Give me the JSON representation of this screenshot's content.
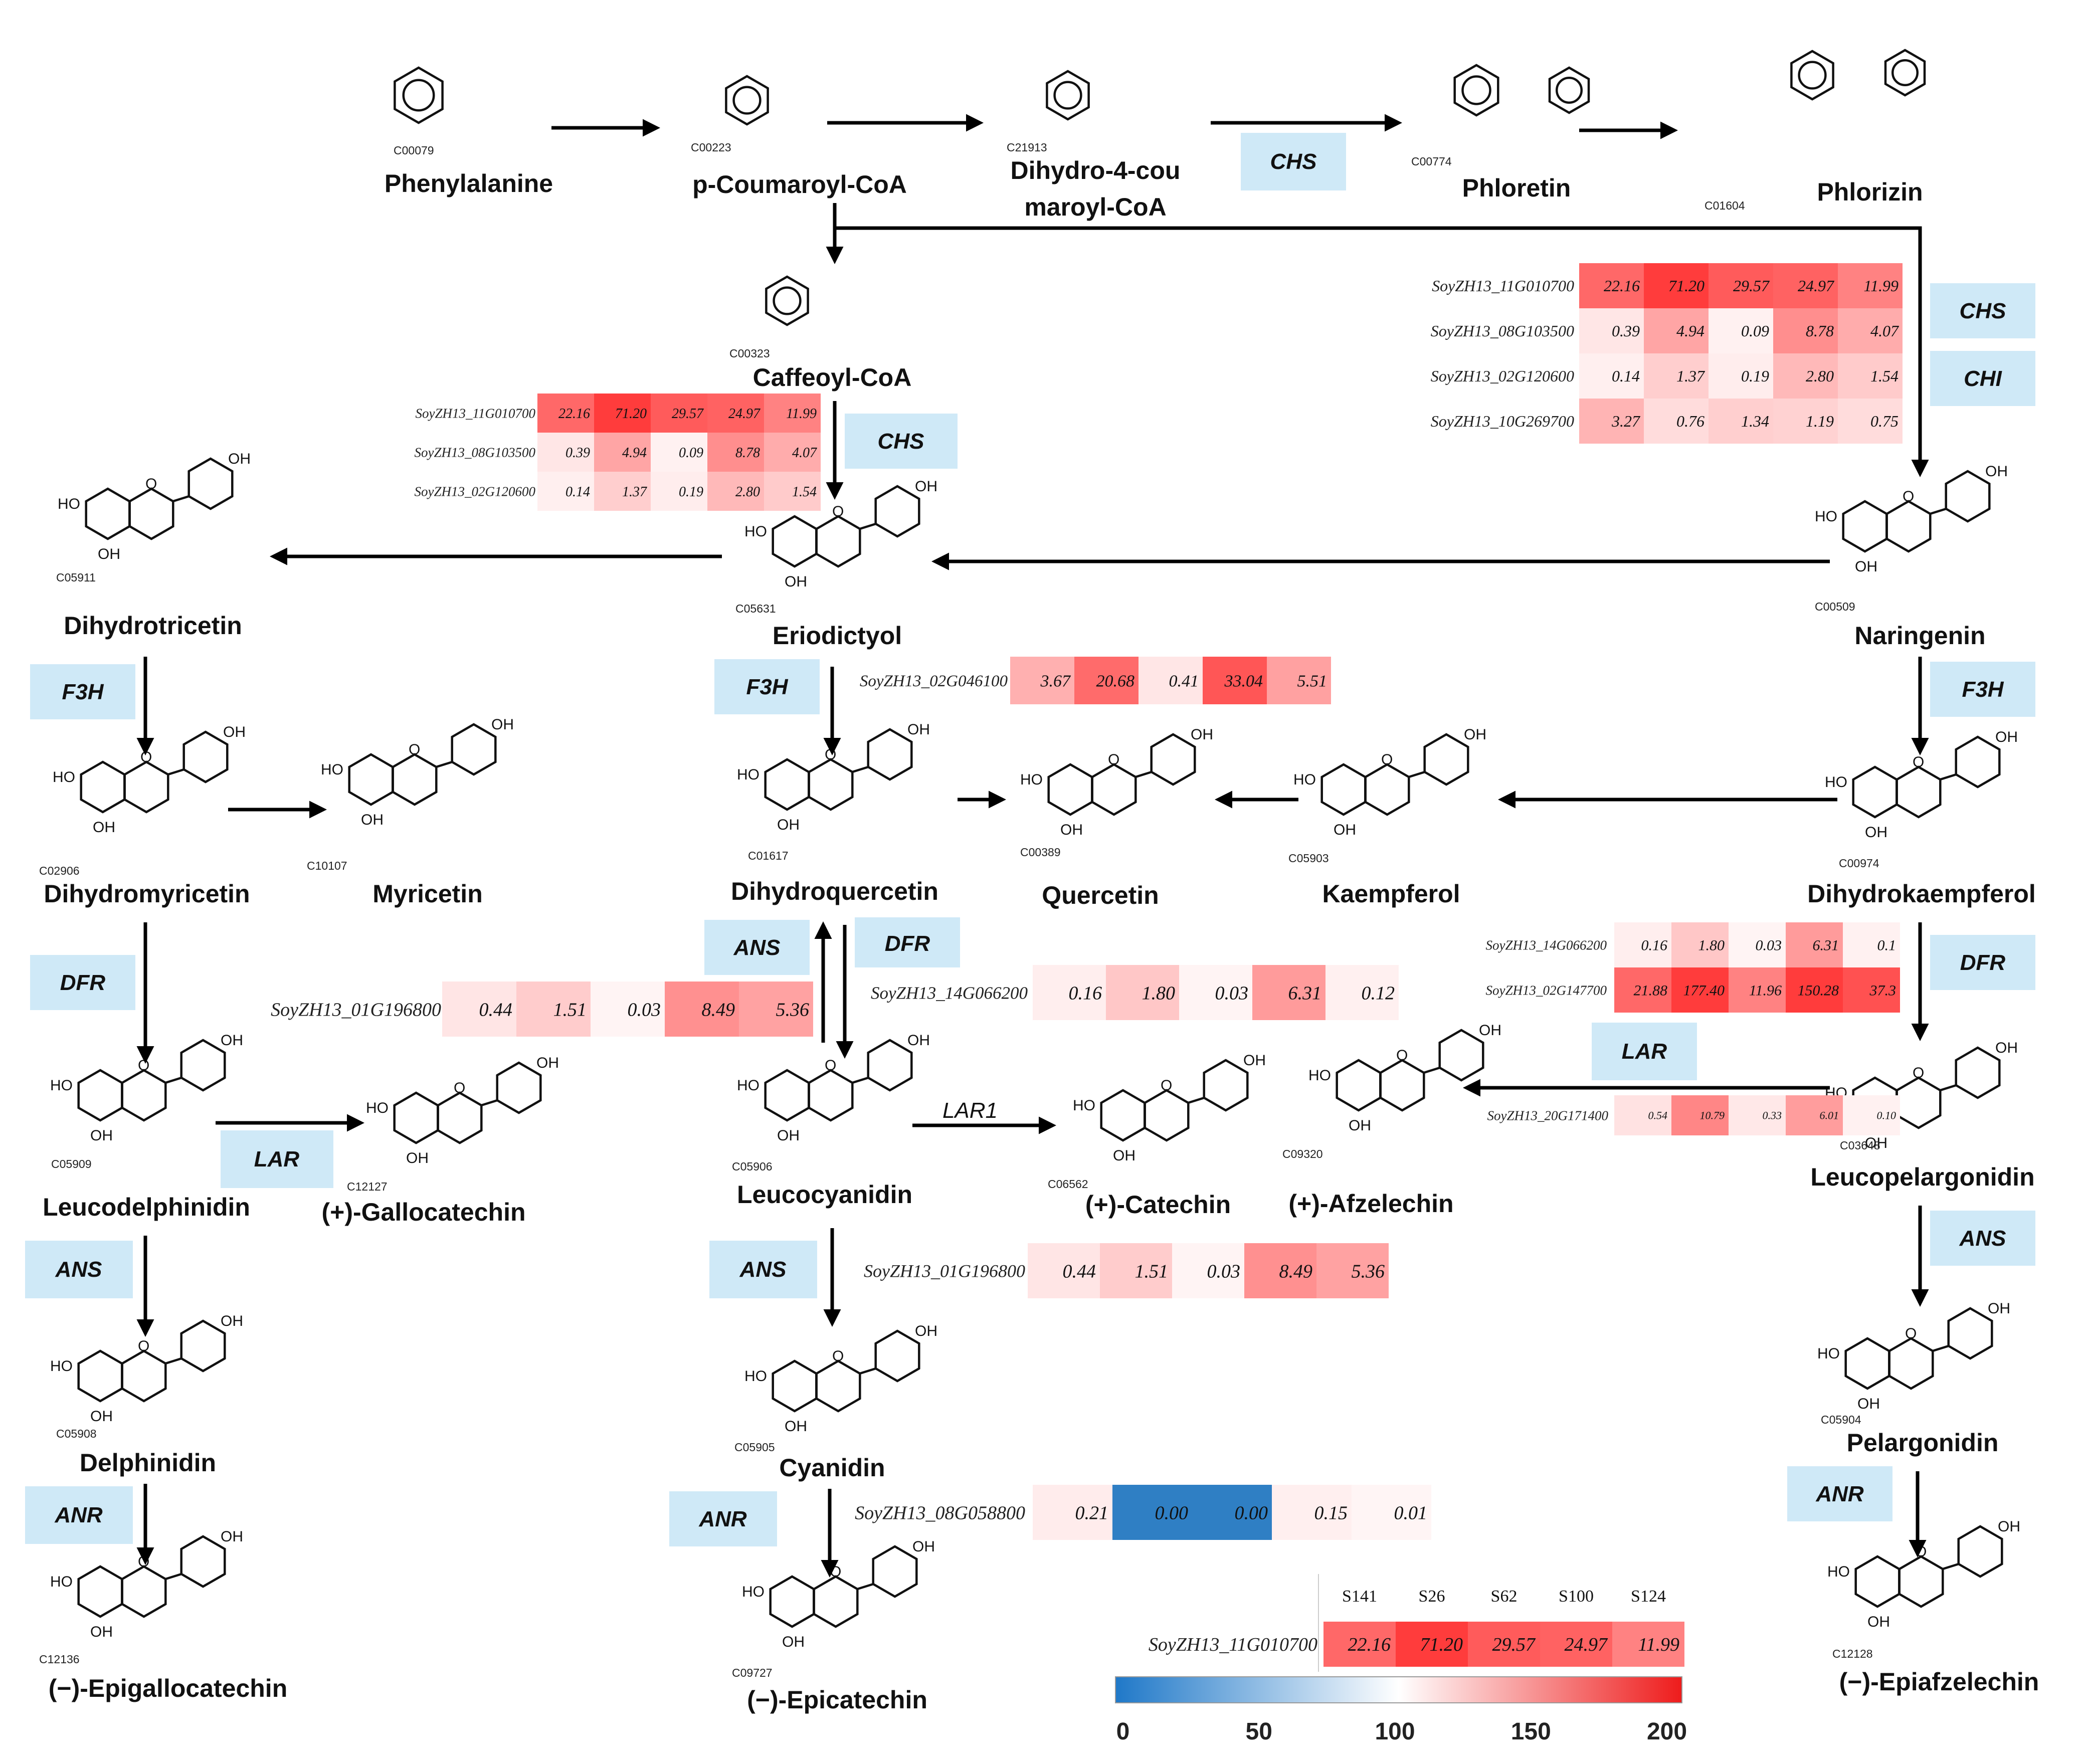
{
  "compounds": {
    "phenylalanine": {
      "name": "Phenylalanine",
      "kegg": "C00079"
    },
    "p_coumaroyl": {
      "name": "p-Coumaroyl-CoA",
      "kegg": "C00223"
    },
    "dihydro_coumaroyl": {
      "name_line1": "Dihydro-4-cou",
      "name_line2": "maroyl-CoA",
      "kegg": "C21913"
    },
    "phloretin": {
      "name": "Phloretin",
      "kegg": "C00774"
    },
    "phlorizin": {
      "name": "Phlorizin",
      "kegg": "C01604"
    },
    "caffeoyl": {
      "name": "Caffeoyl-CoA",
      "kegg": "C00323"
    },
    "dihydrotricetin": {
      "name": "Dihydrotricetin",
      "kegg": "C05911"
    },
    "eriodictyol": {
      "name": "Eriodictyol",
      "kegg": "C05631"
    },
    "naringenin": {
      "name": "Naringenin",
      "kegg": "C00509"
    },
    "dihydromyricetin": {
      "name": "Dihydromyricetin",
      "kegg": "C02906"
    },
    "myricetin": {
      "name": "Myricetin",
      "kegg": "C10107"
    },
    "dihydroquercetin": {
      "name": "Dihydroquercetin",
      "kegg": "C01617"
    },
    "quercetin": {
      "name": "Quercetin",
      "kegg": "C00389"
    },
    "kaempferol": {
      "name": "Kaempferol",
      "kegg": "C05903"
    },
    "dihydrokaempferol": {
      "name": "Dihydrokaempferol",
      "kegg": "C00974"
    },
    "leucodelphinidin": {
      "name": "Leucodelphinidin",
      "kegg": "C05909"
    },
    "gallocatechin": {
      "name": "(+)-Gallocatechin",
      "kegg": "C12127"
    },
    "leucocyanidin": {
      "name": "Leucocyanidin",
      "kegg": "C05906"
    },
    "catechin": {
      "name": "(+)-Catechin",
      "kegg": "C06562"
    },
    "afzelechin": {
      "name": "(+)-Afzelechin",
      "kegg": "C09320"
    },
    "leucopelargonidin": {
      "name": "Leucopelargonidin",
      "kegg": "C03648"
    },
    "delphinidin": {
      "name": "Delphinidin",
      "kegg": "C05908"
    },
    "cyanidin": {
      "name": "Cyanidin",
      "kegg": "C05905"
    },
    "pelargonidin": {
      "name": "Pelargonidin",
      "kegg": "C05904"
    },
    "epigallocatechin": {
      "name": "(−)-Epigallocatechin",
      "kegg": "C12136"
    },
    "epicatechin": {
      "name": "(−)-Epicatechin",
      "kegg": "C09727"
    },
    "epiafzelechin": {
      "name": "(−)-Epiafzelechin",
      "kegg": "C12128"
    }
  },
  "enzymes": {
    "chs_top": "CHS",
    "chs_right": "CHS",
    "chi_right": "CHI",
    "chs_mid": "CHS",
    "f3h_left": "F3H",
    "f3h_mid": "F3H",
    "f3h_right": "F3H",
    "dfr_left": "DFR",
    "dfr_right": "DFR",
    "dfr_mid": "DFR",
    "ans_mid_upper": "ANS",
    "ans_left": "ANS",
    "ans_mid": "ANS",
    "ans_right": "ANS",
    "lar_left": "LAR",
    "lar_right": "LAR",
    "lar1": "LAR1",
    "anr_left": "ANR",
    "anr_mid": "ANR",
    "anr_right": "ANR"
  },
  "heatmaps": [
    {
      "id": "hm_chs_chi",
      "rows": [
        {
          "gene": "SoyZH13_11G010700",
          "values": [
            22.16,
            71.2,
            29.57,
            24.97,
            11.99
          ]
        },
        {
          "gene": "SoyZH13_08G103500",
          "values": [
            0.39,
            4.94,
            0.09,
            8.78,
            4.07
          ]
        },
        {
          "gene": "SoyZH13_02G120600",
          "values": [
            0.14,
            1.37,
            0.19,
            2.8,
            1.54
          ]
        },
        {
          "gene": "SoyZH13_10G269700",
          "values": [
            3.27,
            0.76,
            1.34,
            1.19,
            0.75
          ]
        }
      ]
    },
    {
      "id": "hm_chs_mid",
      "rows": [
        {
          "gene": "SoyZH13_11G010700",
          "values": [
            22.16,
            71.2,
            29.57,
            24.97,
            11.99
          ]
        },
        {
          "gene": "SoyZH13_08G103500",
          "values": [
            0.39,
            4.94,
            0.09,
            8.78,
            4.07
          ]
        },
        {
          "gene": "SoyZH13_02G120600",
          "values": [
            0.14,
            1.37,
            0.19,
            2.8,
            1.54
          ]
        }
      ]
    },
    {
      "id": "hm_f3h",
      "rows": [
        {
          "gene": "SoyZH13_02G046100",
          "values": [
            3.67,
            20.68,
            0.41,
            33.04,
            5.51
          ]
        }
      ]
    },
    {
      "id": "hm_ans_upper",
      "rows": [
        {
          "gene": "SoyZH13_01G196800",
          "values": [
            0.44,
            1.51,
            0.03,
            8.49,
            5.36
          ]
        }
      ]
    },
    {
      "id": "hm_dfr_mid",
      "rows": [
        {
          "gene": "SoyZH13_14G066200",
          "values": [
            0.16,
            1.8,
            0.03,
            6.31,
            0.12
          ]
        }
      ]
    },
    {
      "id": "hm_dfr_right",
      "rows": [
        {
          "gene": "SoyZH13_14G066200",
          "values": [
            0.16,
            1.8,
            0.03,
            6.31,
            "0.1"
          ]
        },
        {
          "gene": "SoyZH13_02G147700",
          "values": [
            21.88,
            177.4,
            11.96,
            150.28,
            "37.3"
          ]
        }
      ]
    },
    {
      "id": "hm_lar_right",
      "rows": [
        {
          "gene": "SoyZH13_20G171400",
          "values": [
            0.54,
            10.79,
            0.33,
            6.01,
            0.1
          ]
        }
      ]
    },
    {
      "id": "hm_ans_mid",
      "rows": [
        {
          "gene": "SoyZH13_01G196800",
          "values": [
            0.44,
            1.51,
            0.03,
            8.49,
            5.36
          ]
        }
      ]
    },
    {
      "id": "hm_anr_mid",
      "rows": [
        {
          "gene": "SoyZH13_08G058800",
          "values": [
            0.21,
            0.0,
            0.0,
            0.15,
            0.01
          ]
        }
      ]
    }
  ],
  "legend": {
    "samples": [
      "S141",
      "S26",
      "S62",
      "S100",
      "S124"
    ],
    "example": {
      "gene": "SoyZH13_11G010700",
      "values": [
        22.16,
        71.2,
        29.57,
        24.97,
        11.99
      ]
    },
    "scale_ticks": [
      0,
      50,
      100,
      150,
      200
    ],
    "color_low": "#1f78c8",
    "color_mid": "#ffffff",
    "color_high": "#ee1c1c"
  },
  "colors": {
    "enzyme_box": "#cfe9f7",
    "arrow": "#000000"
  }
}
